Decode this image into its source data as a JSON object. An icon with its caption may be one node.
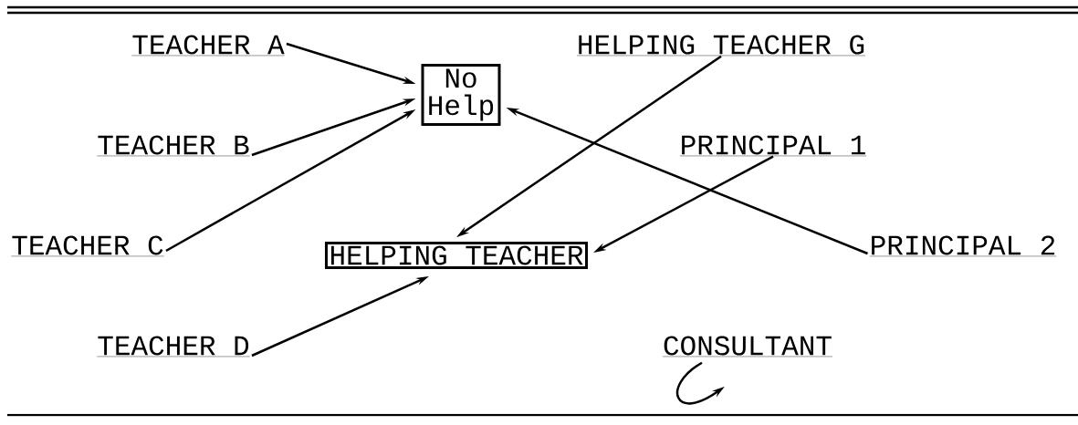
{
  "diagram": {
    "nodes": [
      {
        "text": [
          "TEACHER A"
        ]
      },
      {
        "text": [
          "No Help"
        ]
      },
      {
        "text": [
          "HELPING TEACHER G"
        ]
      },
      {
        "text": [
          "TEACHER B"
        ]
      },
      {
        "text": [
          "PRINCIPAL 1"
        ]
      },
      {
        "text": [
          "TEACHER C"
        ]
      },
      {
        "text": [
          "HELPING TEACHER"
        ]
      },
      {
        "text": [
          "PRINCIPAL 2"
        ]
      },
      {
        "text": [
          "TEACHER D"
        ]
      },
      {
        "text": [
          "CONSULTANT"
        ]
      }
    ],
    "edges": [
      {
        "from": 0,
        "to": 1,
        "arrow": "to"
      },
      {
        "from": 3,
        "to": 1,
        "arrow": "to"
      },
      {
        "from": 5,
        "to": 1,
        "arrow": "to"
      },
      {
        "from": 7,
        "to": 1,
        "arrow": "to"
      },
      {
        "from": 2,
        "to": 6,
        "arrow": "to"
      },
      {
        "from": 4,
        "to": 6,
        "arrow": "to"
      },
      {
        "from": 8,
        "to": 6,
        "arrow": "to"
      },
      {
        "from": 9,
        "to": 9,
        "arrow": "to"
      }
    ]
  }
}
